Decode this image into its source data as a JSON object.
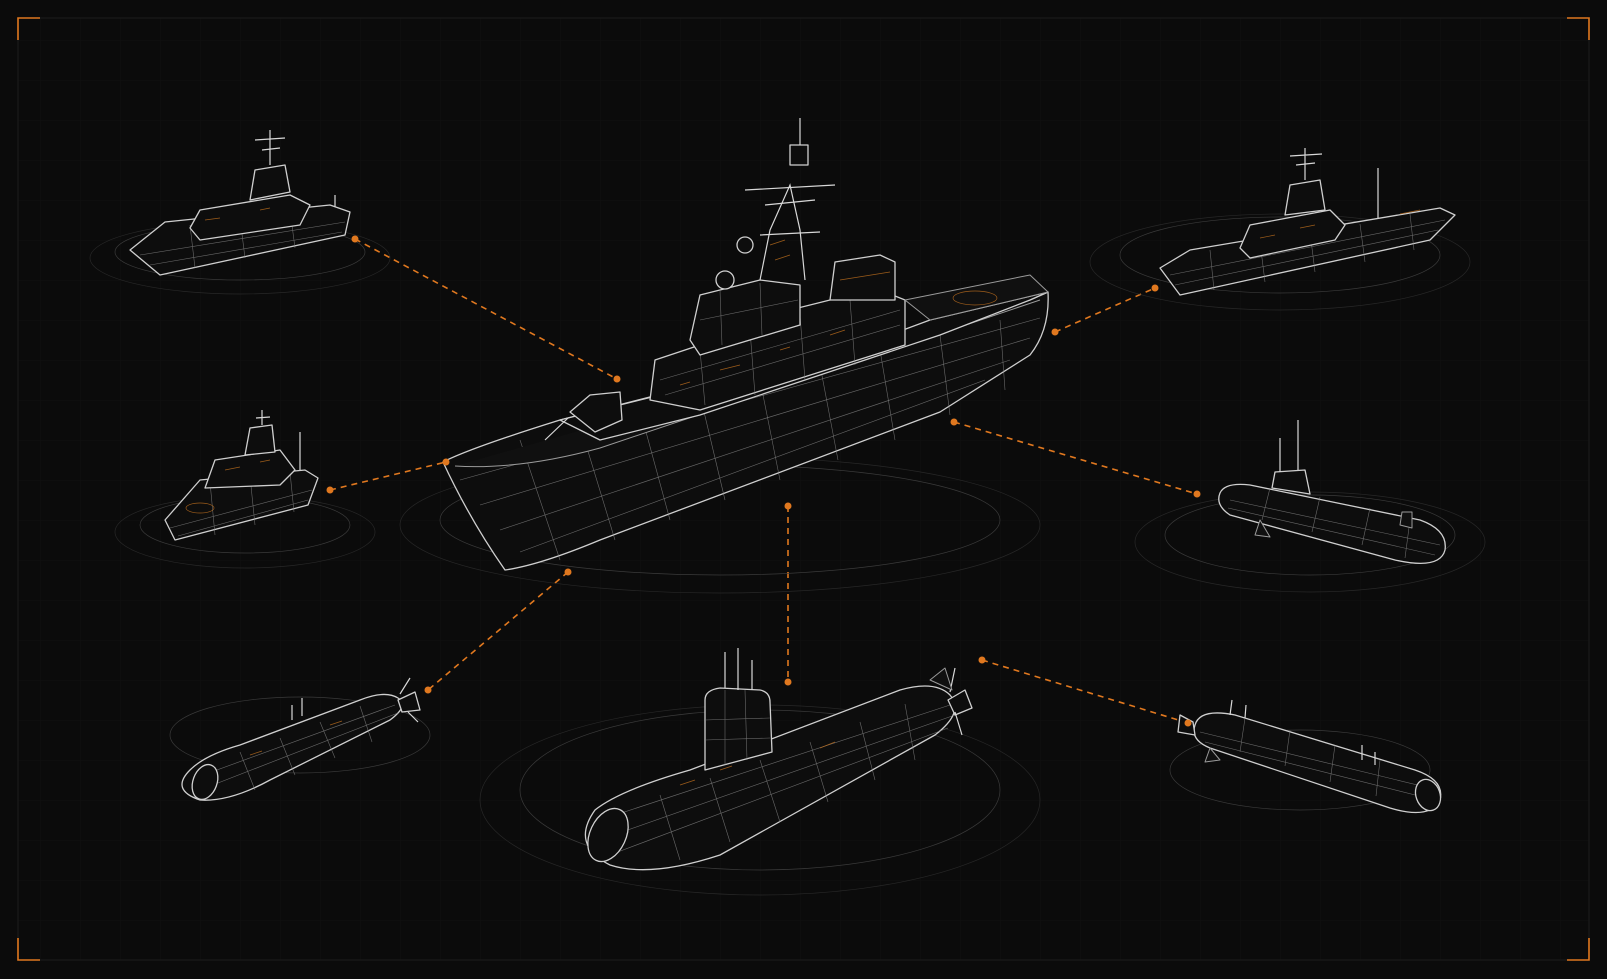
{
  "diagram": {
    "theme": {
      "background": "#0b0b0b",
      "line_color": "#cfcfcf",
      "accent": "#e0781f"
    },
    "hub": {
      "kind": "frigate",
      "icon": "frigate-icon"
    },
    "nodes": [
      {
        "id": "patrol-boat-top-left",
        "kind": "fast patrol boat",
        "icon": "patrol-boat-icon"
      },
      {
        "id": "corvette-top-right",
        "kind": "corvette",
        "icon": "corvette-icon"
      },
      {
        "id": "patrol-boat-mid-left",
        "kind": "patrol boat",
        "icon": "patrol-boat-icon"
      },
      {
        "id": "submarine-mid-right",
        "kind": "submarine",
        "icon": "submarine-icon"
      },
      {
        "id": "uuv-bottom-left",
        "kind": "unmanned underwater vehicle",
        "icon": "uuv-icon"
      },
      {
        "id": "submarine-bottom-center",
        "kind": "attack submarine",
        "icon": "submarine-icon"
      },
      {
        "id": "uuv-bottom-right",
        "kind": "unmanned underwater vehicle",
        "icon": "uuv-icon"
      }
    ],
    "links": [
      {
        "from": "frigate",
        "to": "patrol-boat-top-left"
      },
      {
        "from": "frigate",
        "to": "corvette-top-right"
      },
      {
        "from": "frigate",
        "to": "patrol-boat-mid-left"
      },
      {
        "from": "frigate",
        "to": "submarine-mid-right"
      },
      {
        "from": "frigate",
        "to": "uuv-bottom-left"
      },
      {
        "from": "frigate",
        "to": "submarine-bottom-center"
      },
      {
        "from": "submarine-bottom-center",
        "to": "uuv-bottom-right"
      }
    ]
  }
}
